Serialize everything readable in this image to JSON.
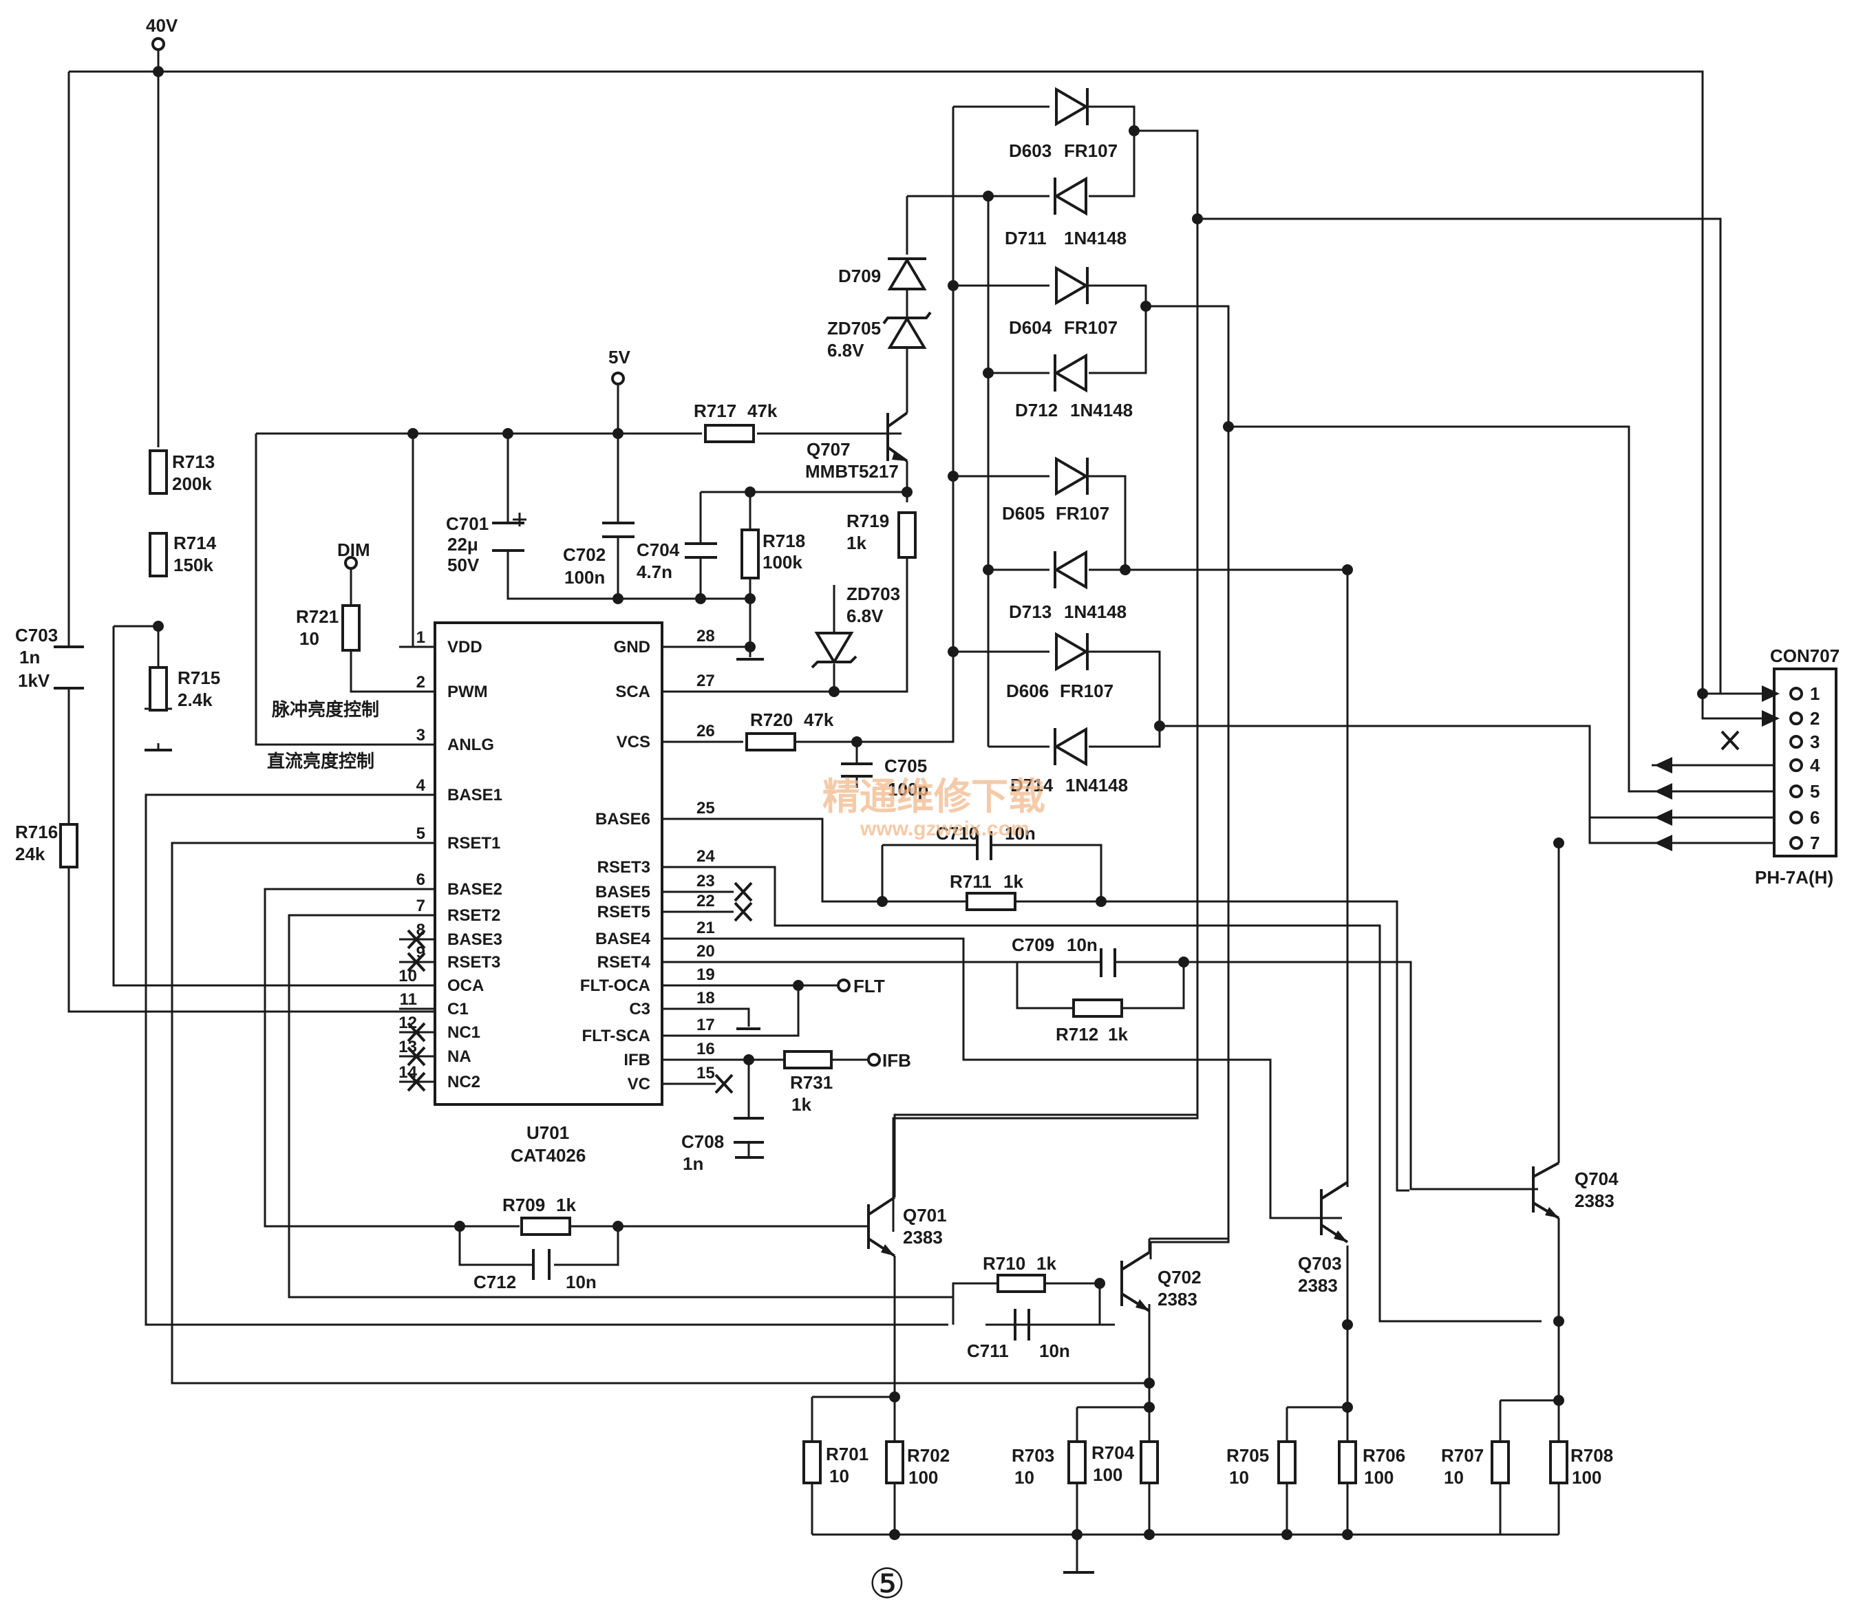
{
  "supply": {
    "v40": "40V",
    "v5": "5V",
    "dim": "DIM"
  },
  "ic": {
    "ref": "U701",
    "part": "CAT4026",
    "left_pins": [
      {
        "num": "1",
        "name": "VDD"
      },
      {
        "num": "2",
        "name": "PWM"
      },
      {
        "num": "3",
        "name": "ANLG"
      },
      {
        "num": "4",
        "name": "BASE1"
      },
      {
        "num": "5",
        "name": "RSET1"
      },
      {
        "num": "6",
        "name": "BASE2"
      },
      {
        "num": "7",
        "name": "RSET2"
      },
      {
        "num": "8",
        "name": "BASE3"
      },
      {
        "num": "9",
        "name": "RSET3"
      },
      {
        "num": "10",
        "name": "OCA"
      },
      {
        "num": "11",
        "name": "C1"
      },
      {
        "num": "12",
        "name": "NC1"
      },
      {
        "num": "13",
        "name": "NA"
      },
      {
        "num": "14",
        "name": "NC2"
      }
    ],
    "right_pins": [
      {
        "num": "28",
        "name": "GND"
      },
      {
        "num": "27",
        "name": "SCA"
      },
      {
        "num": "26",
        "name": "VCS"
      },
      {
        "num": "25",
        "name": "BASE6"
      },
      {
        "num": "24",
        "name": "RSET3"
      },
      {
        "num": "23",
        "name": "BASE5"
      },
      {
        "num": "22",
        "name": "RSET5"
      },
      {
        "num": "21",
        "name": "BASE4"
      },
      {
        "num": "20",
        "name": "RSET4"
      },
      {
        "num": "19",
        "name": "FLT-OCA"
      },
      {
        "num": "18",
        "name": "C3"
      },
      {
        "num": "17",
        "name": "FLT-SCA"
      },
      {
        "num": "16",
        "name": "IFB"
      },
      {
        "num": "15",
        "name": "VC"
      }
    ]
  },
  "notes": {
    "pwm_dim": "脉冲亮度控制",
    "dc_dim": "直流亮度控制"
  },
  "components": {
    "r713": {
      "ref": "R713",
      "val": "200k"
    },
    "r714": {
      "ref": "R714",
      "val": "150k"
    },
    "r715": {
      "ref": "R715",
      "val": "2.4k"
    },
    "r716": {
      "ref": "R716",
      "val": "24k"
    },
    "c703": {
      "ref": "C703",
      "val1": "1n",
      "val2": "1kV"
    },
    "r721": {
      "ref": "R721",
      "val": "10"
    },
    "c701": {
      "ref": "C701",
      "val1": "22μ",
      "val2": "50V"
    },
    "c702": {
      "ref": "C702",
      "val": "100n"
    },
    "c704": {
      "ref": "C704",
      "val": "4.7n"
    },
    "r718": {
      "ref": "R718",
      "val": "100k"
    },
    "r717": {
      "ref": "R717",
      "val": "47k"
    },
    "q707": {
      "ref": "Q707",
      "val": "MMBT5217"
    },
    "r719": {
      "ref": "R719",
      "val": "1k"
    },
    "d709": {
      "ref": "D709"
    },
    "zd705": {
      "ref": "ZD705",
      "val": "6.8V"
    },
    "zd703": {
      "ref": "ZD703",
      "val": "6.8V"
    },
    "r720": {
      "ref": "R720",
      "val": "47k"
    },
    "c705": {
      "ref": "C705",
      "val": "100p"
    },
    "c710": {
      "ref": "C710",
      "val": "10n"
    },
    "r711": {
      "ref": "R711",
      "val": "1k"
    },
    "c709": {
      "ref": "C709",
      "val": "10n"
    },
    "r712": {
      "ref": "R712",
      "val": "1k"
    },
    "r731": {
      "ref": "R731",
      "val": "1k"
    },
    "c708": {
      "ref": "C708",
      "val": "1n"
    },
    "r709": {
      "ref": "R709",
      "val": "1k"
    },
    "c712": {
      "ref": "C712",
      "val": "10n"
    },
    "r710": {
      "ref": "R710",
      "val": "1k"
    },
    "c711": {
      "ref": "C711",
      "val": "10n"
    },
    "q701": {
      "ref": "Q701",
      "val": "2383"
    },
    "q702": {
      "ref": "Q702",
      "val": "2383"
    },
    "q703": {
      "ref": "Q703",
      "val": "2383"
    },
    "q704": {
      "ref": "Q704",
      "val": "2383"
    },
    "r701": {
      "ref": "R701",
      "val": "10"
    },
    "r702": {
      "ref": "R702",
      "val": "100"
    },
    "r703": {
      "ref": "R703",
      "val": "10"
    },
    "r704": {
      "ref": "R704",
      "val": "100"
    },
    "r705": {
      "ref": "R705",
      "val": "10"
    },
    "r706": {
      "ref": "R706",
      "val": "100"
    },
    "r707": {
      "ref": "R707",
      "val": "10"
    },
    "r708": {
      "ref": "R708",
      "val": "100"
    },
    "d603": {
      "ref": "D603",
      "val": "FR107"
    },
    "d711": {
      "ref": "D711",
      "val": "1N4148"
    },
    "d604": {
      "ref": "D604",
      "val": "FR107"
    },
    "d712": {
      "ref": "D712",
      "val": "1N4148"
    },
    "d605": {
      "ref": "D605",
      "val": "FR107"
    },
    "d713": {
      "ref": "D713",
      "val": "1N4148"
    },
    "d606": {
      "ref": "D606",
      "val": "FR107"
    },
    "d714": {
      "ref": "D714",
      "val": "1N4148"
    }
  },
  "signals": {
    "flt": "FLT",
    "ifb": "IFB"
  },
  "connector": {
    "ref": "CON707",
    "part": "PH-7A(H)",
    "pins": [
      "1",
      "2",
      "3",
      "4",
      "5",
      "6",
      "7"
    ]
  },
  "watermark": {
    "text": "精通维修下载",
    "url": "www.gzweix.com"
  },
  "figure_number": "⑤"
}
